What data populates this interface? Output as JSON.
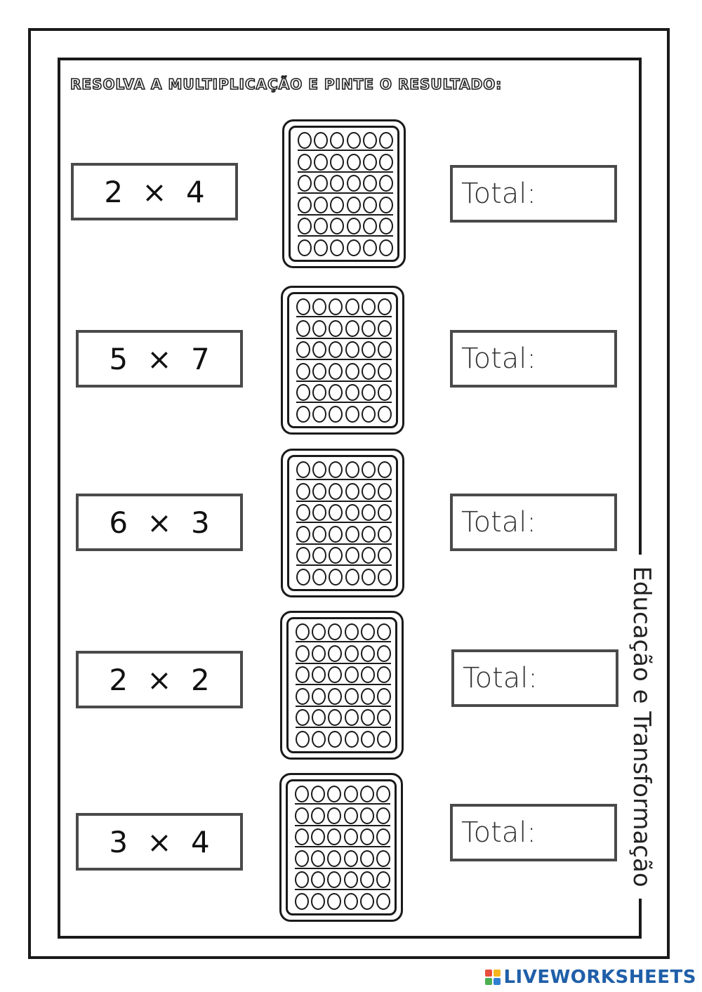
{
  "instruction": "RESOLVA A MULTIPLICAÇÃO E PINTE O RESULTADO:",
  "side_caption": "Educação e Transformação",
  "total_label": "Total:",
  "problems": [
    {
      "expression": "2 × 4"
    },
    {
      "expression": "5 × 7"
    },
    {
      "expression": "6 × 3"
    },
    {
      "expression": "2 × 2"
    },
    {
      "expression": "3 × 4"
    }
  ],
  "popit": {
    "rows": 6,
    "cols": 6
  },
  "brand": {
    "text": "LIVEWORKSHEETS",
    "color": "#1f5fa8",
    "icon": "liveworksheets-logo-icon",
    "icon_colors": [
      "#e94e3c",
      "#f5b51f",
      "#4caf50",
      "#2f80d1"
    ]
  }
}
